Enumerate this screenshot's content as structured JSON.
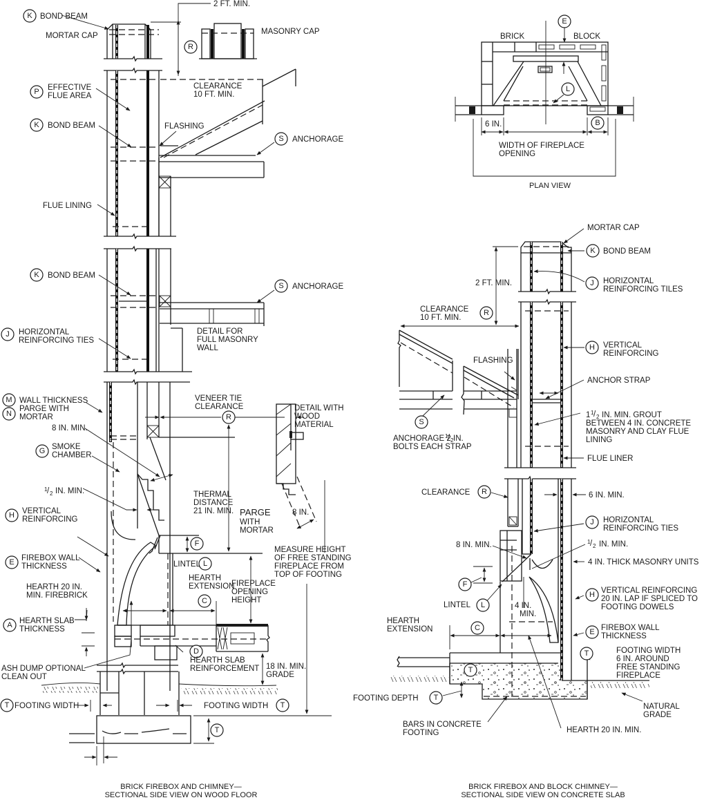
{
  "left_view": {
    "title_line1": "BRICK FIREBOX AND CHIMNEY—",
    "title_line2": "SECTIONAL SIDE VIEW ON WOOD FLOOR",
    "labels": {
      "bond_beam_top": "BOND BEAM",
      "mortar_cap": "MORTAR CAP",
      "two_ft_min": "2 FT. MIN.",
      "masonry_cap": "MASONRY CAP",
      "effective_flue_1": "EFFECTIVE",
      "effective_flue_2": "FLUE AREA",
      "clearance_1": "CLEARANCE",
      "clearance_2": "10 FT. MIN.",
      "bond_beam_mid": "BOND BEAM",
      "flashing": "FLASHING",
      "anchorage_top": "ANCHORAGE",
      "flue_lining": "FLUE LINING",
      "bond_beam_low": "BOND BEAM",
      "anchorage_low": "ANCHORAGE",
      "horiz_ties_1": "HORIZONTAL",
      "horiz_ties_2": "REINFORCING TIES",
      "detail_full_1": "DETAIL FOR",
      "detail_full_2": "FULL MASONRY",
      "detail_full_3": "WALL",
      "wall_thickness": "WALL THICKNESS",
      "parge_1": "PARGE WITH",
      "parge_2": "MORTAR",
      "veneer_1": "VENEER TIE",
      "veneer_2": "CLEARANCE",
      "detail_wood_1": "DETAIL WITH",
      "detail_wood_2": "WOOD",
      "detail_wood_3": "MATERIAL",
      "eight_in_min": "8 IN. MIN.",
      "smoke_1": "SMOKE",
      "smoke_2": "CHAMBER",
      "half_in_min": "IN. MIN.",
      "half_frac_num": "1",
      "half_frac_den": "2",
      "thermal_1": "THERMAL",
      "thermal_2": "DISTANCE",
      "thermal_3": "21 IN. MIN.",
      "parge_mortar_1": "PARGE",
      "parge_mortar_2": "WITH",
      "parge_mortar_3": "MORTAR",
      "eight_in": "8 IN.",
      "vertical_1": "VERTICAL",
      "vertical_2": "REINFORCING",
      "measure_1": "MEASURE HEIGHT",
      "measure_2": "OF FREE STANDING",
      "measure_3": "FIREPLACE FROM",
      "measure_4": "TOP OF FOOTING",
      "firebox_1": "FIREBOX WALL",
      "firebox_2": "THICKNESS",
      "lintel": "LINTEL",
      "hearth_ext_1": "HEARTH",
      "hearth_ext_2": "EXTENSION",
      "opening_1": "FIREPLACE",
      "opening_2": "OPENING",
      "opening_3": "HEIGHT",
      "hearth20_1": "HEARTH 20 IN.",
      "hearth20_2": "MIN. FIREBRICK",
      "hearth_slab_1": "HEARTH SLAB",
      "hearth_slab_2": "THICKNESS",
      "ash_1": "ASH DUMP OPTIONAL",
      "ash_2": "CLEAN OUT",
      "slab_reinf_1": "HEARTH SLAB",
      "slab_reinf_2": "REINFORCEMENT",
      "grade_1": "18 IN. MIN.",
      "grade_2": "GRADE",
      "footing_width_l": "FOOTING WIDTH",
      "footing_width_r": "FOOTING WIDTH"
    }
  },
  "plan_view": {
    "title": "PLAN VIEW",
    "brick": "BRICK",
    "block": "BLOCK",
    "six_in": "6 IN.",
    "width_1": "WIDTH OF FIREPLACE",
    "width_2": "OPENING"
  },
  "right_view": {
    "title_line1": "BRICK FIREBOX AND BLOCK CHIMNEY—",
    "title_line2": "SECTIONAL SIDE VIEW ON CONCRETE SLAB",
    "labels": {
      "mortar_cap": "MORTAR CAP",
      "bond_beam": "BOND BEAM",
      "two_ft_min": "2 FT. MIN.",
      "horiz_tiles_1": "HORIZONTAL",
      "horiz_tiles_2": "REINFORCING TILES",
      "clearance_1": "CLEARANCE",
      "clearance_2": "10 FT. MIN.",
      "vertical_1": "VERTICAL",
      "vertical_2": "REINFORCING",
      "flashing": "FLASHING",
      "anchor_strap": "ANCHOR STRAP",
      "grout_1": "IN. MIN. GROUT",
      "grout_whole": "1",
      "grout_num": "1",
      "grout_den": "2",
      "grout_2": "BETWEEN 4 IN. CONCRETE",
      "grout_3": "MASONRY AND CLAY FLUE",
      "grout_4": "LINING",
      "anchorage_1": "ANCHORAGE 2",
      "anchorage_num": "1",
      "anchorage_den": "2",
      "anchorage_in": " IN.",
      "anchorage_2": "BOLTS EACH STRAP",
      "flue_liner": "FLUE LINER",
      "clearance": "CLEARANCE",
      "six_in_min": "6 IN. MIN.",
      "horiz_ties_1": "HORIZONTAL",
      "horiz_ties_2": "REINFORCING TIES",
      "eight_in_min": "8 IN. MIN.",
      "half_in_min": "IN. MIN.",
      "half_num": "1",
      "half_den": "2",
      "masonry_units": "4 IN. THICK MASONRY UNITS",
      "lintel": "LINTEL",
      "four_in_1": "4 IN.",
      "four_in_2": "MIN.",
      "vert_lap_1": "VERTICAL REINFORCING",
      "vert_lap_2": "20 IN. LAP IF SPLICED TO",
      "vert_lap_3": "FOOTING DOWELS",
      "hearth_ext_1": "HEARTH",
      "hearth_ext_2": "EXTENSION",
      "firebox_1": "FIREBOX WALL",
      "firebox_2": "THICKNESS",
      "footing_w_1": "FOOTING WIDTH",
      "footing_w_2": "6 IN. AROUND",
      "footing_w_3": "FREE STANDING",
      "footing_w_4": "FIREPLACE",
      "footing_depth": "FOOTING DEPTH",
      "natural_1": "NATURAL",
      "natural_2": "GRADE",
      "bars_1": "BARS IN CONCRETE",
      "bars_2": "FOOTING",
      "hearth20": "HEARTH 20 IN. MIN."
    }
  },
  "callouts": {
    "A": "A",
    "B": "B",
    "C": "C",
    "D": "D",
    "E": "E",
    "F": "F",
    "G": "G",
    "H": "H",
    "J": "J",
    "K": "K",
    "L": "L",
    "M": "M",
    "N": "N",
    "P": "P",
    "R": "R",
    "S": "S",
    "T": "T"
  }
}
